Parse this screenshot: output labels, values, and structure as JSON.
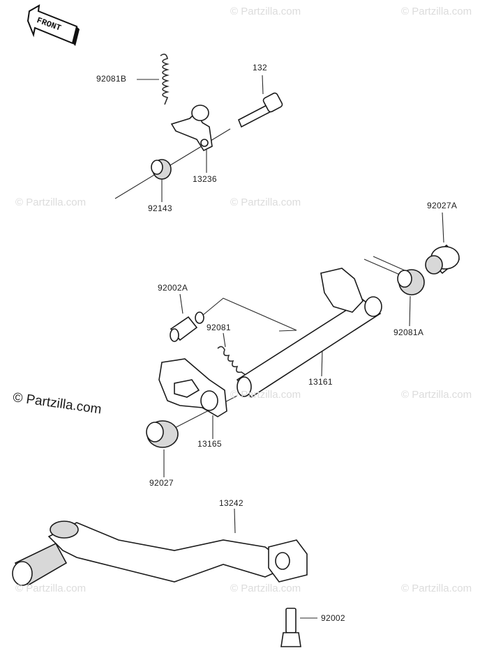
{
  "watermark": {
    "text": "© Partzilla.com",
    "main": "© Partzilla.com"
  },
  "front_badge": {
    "text": "FRONT"
  },
  "labels": {
    "p92081B": "92081B",
    "p132": "132",
    "p13236": "13236",
    "p92143": "92143",
    "p92027A": "92027A",
    "p92002A": "92002A",
    "p92081": "92081",
    "p92081A": "92081A",
    "p13161": "13161",
    "p13165": "13165",
    "p92027": "92027",
    "p13242": "13242",
    "p92002": "92002"
  }
}
